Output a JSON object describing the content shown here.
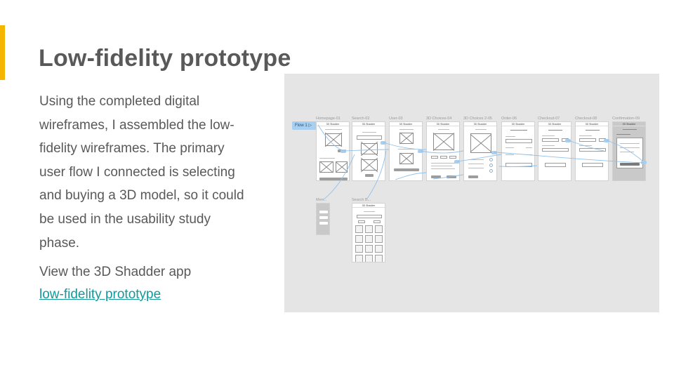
{
  "slide": {
    "title": "Low-fidelity prototype",
    "body": "Using the completed digital wireframes, I assembled the low-fidelity wireframes. The primary user flow I connected is selecting and buying a 3D model, so it could be used in the usability study phase.",
    "view_prefix": "View the 3D Shadder app",
    "view_link": "low-fidelity prototype",
    "accent_color": "#f4b400",
    "link_color": "#13999b"
  },
  "prototype": {
    "flow_label": "Flow 1",
    "app_name": "3D Shadder",
    "frames": [
      "Homepage-01",
      "Search-02",
      "User-03",
      "3D Choices-04",
      "3D Choices 2-05",
      "Order-06",
      "Checkout-07",
      "Checkout-08",
      "Confirmation-09"
    ],
    "secondary_frames": [
      "Men...",
      "Search B..."
    ]
  }
}
